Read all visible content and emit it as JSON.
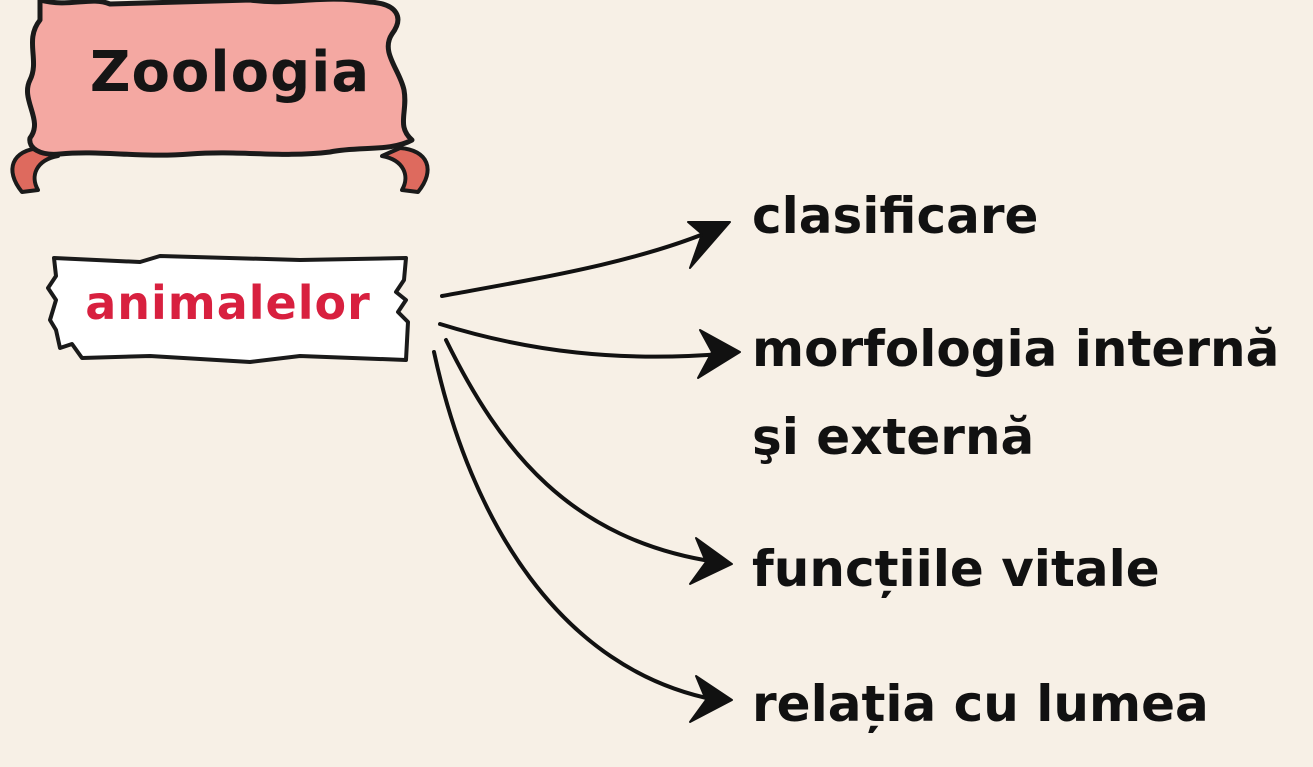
{
  "title": "Zoologia",
  "root": "animalelor",
  "branches": [
    "clasificare",
    "morfologia internă şi externă",
    "funcțiile vitale",
    "relația cu lumea"
  ],
  "colors": {
    "background": "#f7f0e6",
    "banner_fill": "#f4a8a2",
    "banner_curl": "#de6a5e",
    "root_text": "#d8203f",
    "ink": "#111111"
  }
}
